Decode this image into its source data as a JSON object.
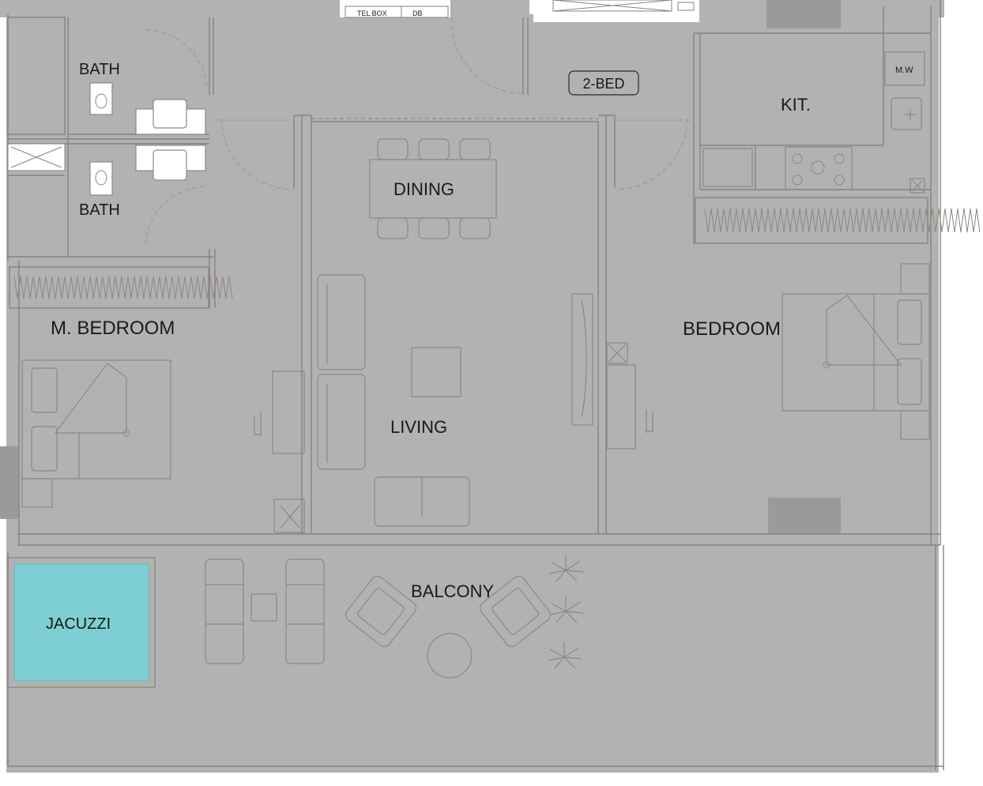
{
  "floorplan": {
    "unit_type": "2-BED",
    "rooms": {
      "bath_top": "BATH",
      "bath_bottom": "BATH",
      "kitchen": "KIT.",
      "dining": "DINING",
      "living": "LIVING",
      "master_bedroom": "M. BEDROOM",
      "bedroom": "BEDROOM",
      "balcony": "BALCONY",
      "jacuzzi": "JACUZZI"
    },
    "fixtures": {
      "tel_box": "TEL BOX",
      "db": "DB",
      "microwave": "M.W"
    }
  },
  "colors": {
    "floor": "#b2b2b2",
    "wall_line": "#8a827d",
    "jacuzzi": "#7ecfd3",
    "outer_background": "#ffffff"
  }
}
